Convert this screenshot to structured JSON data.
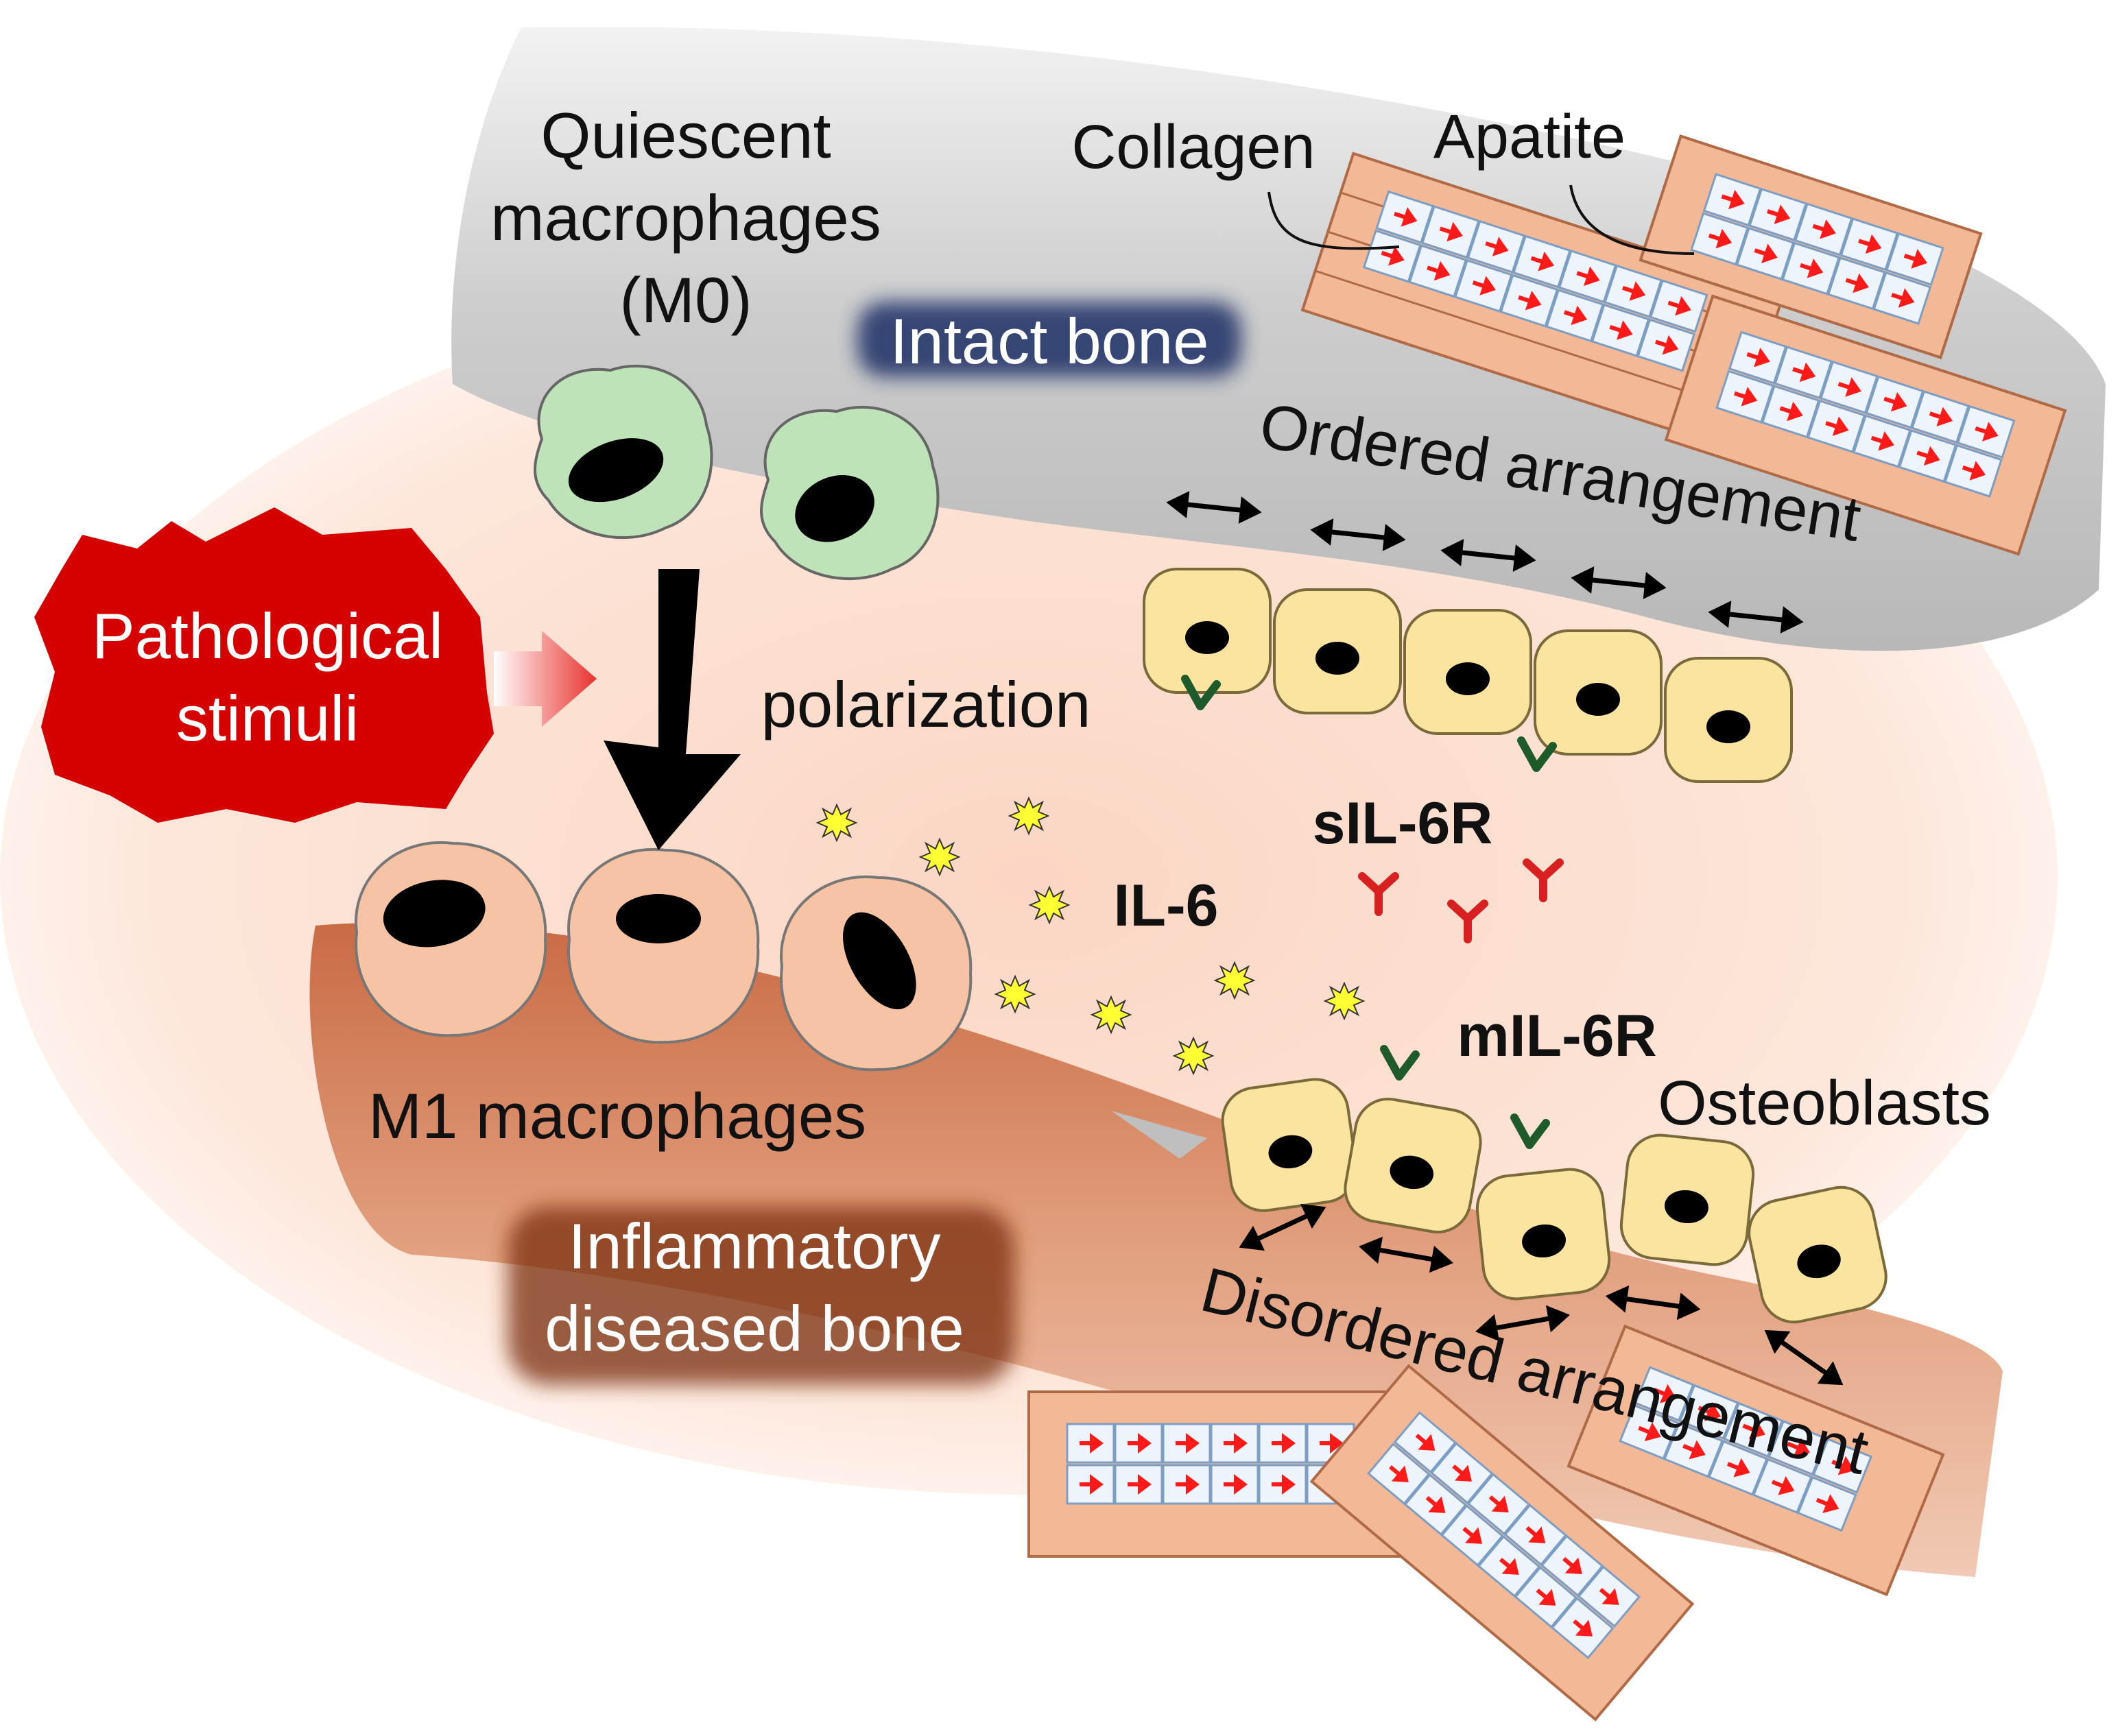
{
  "labels": {
    "quiescent_line1": "Quiescent",
    "quiescent_line2": "macrophages",
    "quiescent_line3": "(M0)",
    "intact_bone": "Intact bone",
    "collagen": "Collagen",
    "apatite": "Apatite",
    "ordered_arrangement": "Ordered arrangement",
    "pathological_line1": "Pathological",
    "pathological_line2": "stimuli",
    "polarization": "polarization",
    "sil6r": "sIL-6R",
    "il6": "IL-6",
    "mil6r": "mIL-6R",
    "osteoblasts": "Osteoblasts",
    "m1_macrophages": "M1 macrophages",
    "inflammatory_line1": "Inflammatory",
    "inflammatory_line2": "diseased bone",
    "disordered_arrangement": "Disordered arrangement"
  },
  "colors": {
    "intact_bone": "#cfcfcf",
    "diseased_bone": "#d98c6a",
    "background_glow": "#fde3d6",
    "m0_cell": "#bfe3b8",
    "m1_cell": "#f6c4a4",
    "osteoblast": "#fbe3a0",
    "nucleus": "#000000",
    "pathological_blob": "#d50000",
    "il6_star": "#ffff33",
    "sil6r": "#d92020",
    "mil6r": "#1e5a2a",
    "collagen_fibril": "#f3b896",
    "apatite_crystal": "#e8f0fa",
    "crystal_arrow": "#ff1a1a",
    "intact_bone_glow": "#1a2f66",
    "diseased_bone_glow": "#7a2e10"
  }
}
